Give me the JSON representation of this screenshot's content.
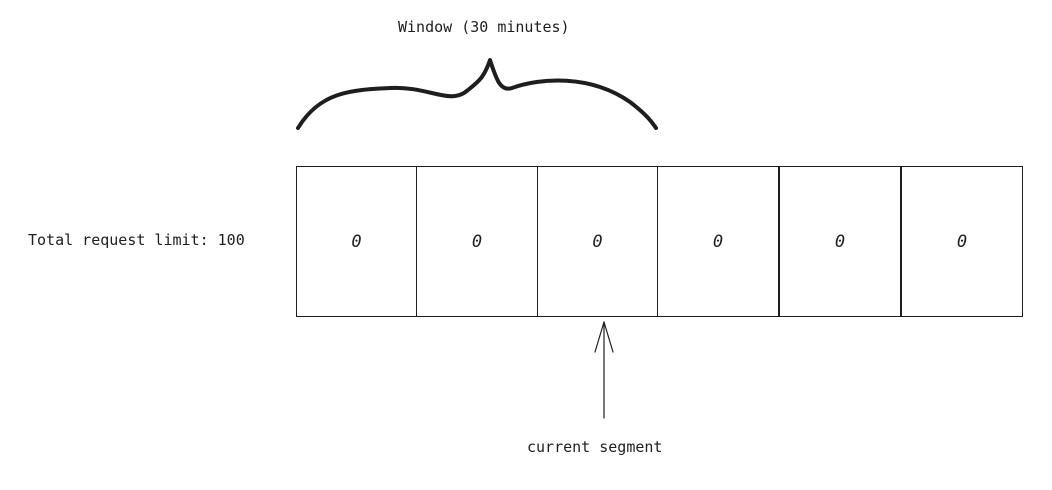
{
  "window": {
    "label": "Window (30 minutes)"
  },
  "limit": {
    "label": "Total request limit: 100"
  },
  "segments": [
    {
      "count": "0"
    },
    {
      "count": "0"
    },
    {
      "count": "0"
    },
    {
      "count": "0"
    },
    {
      "count": "0"
    },
    {
      "count": "0"
    }
  ],
  "current_segment": {
    "label": "current segment",
    "index": 2
  },
  "colors": {
    "stroke": "#1e1e1e",
    "background": "#ffffff"
  }
}
